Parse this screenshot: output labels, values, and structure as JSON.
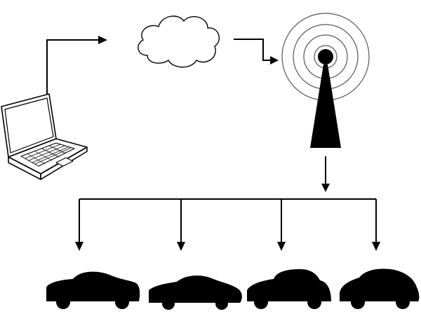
{
  "diagram": {
    "background": "#ffffff",
    "stroke_color": "#000000",
    "fill_color": "#000000",
    "nodes": [
      {
        "id": "laptop",
        "icon": "laptop-icon"
      },
      {
        "id": "cloud",
        "icon": "cloud-icon"
      },
      {
        "id": "tower",
        "icon": "radio-tower-icon"
      },
      {
        "id": "car-1",
        "icon": "car-icon"
      },
      {
        "id": "car-2",
        "icon": "car-icon"
      },
      {
        "id": "car-3",
        "icon": "car-icon"
      },
      {
        "id": "car-4",
        "icon": "car-icon"
      }
    ],
    "edges": [
      {
        "from": "laptop",
        "to": "cloud"
      },
      {
        "from": "cloud",
        "to": "tower"
      },
      {
        "from": "tower",
        "to": "car-1"
      },
      {
        "from": "tower",
        "to": "car-2"
      },
      {
        "from": "tower",
        "to": "car-3"
      },
      {
        "from": "tower",
        "to": "car-4"
      }
    ]
  }
}
